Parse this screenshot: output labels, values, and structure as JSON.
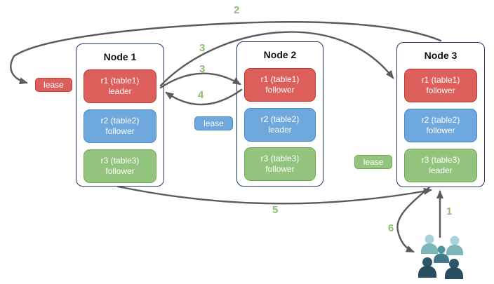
{
  "diagram": {
    "nodes": [
      {
        "title": "Node 1",
        "replicas": [
          {
            "name": "r1 (table1)",
            "role": "leader",
            "color": "#dc5f5b"
          },
          {
            "name": "r2 (table2)",
            "role": "follower",
            "color": "#6fa8dc"
          },
          {
            "name": "r3 (table3)",
            "role": "follower",
            "color": "#93c47d"
          }
        ]
      },
      {
        "title": "Node 2",
        "replicas": [
          {
            "name": "r1 (table1)",
            "role": "follower",
            "color": "#dc5f5b"
          },
          {
            "name": "r2 (table2)",
            "role": "leader",
            "color": "#6fa8dc"
          },
          {
            "name": "r3 (table3)",
            "role": "follower",
            "color": "#93c47d"
          }
        ]
      },
      {
        "title": "Node 3",
        "replicas": [
          {
            "name": "r1 (table1)",
            "role": "follower",
            "color": "#dc5f5b"
          },
          {
            "name": "r2 (table2)",
            "role": "follower",
            "color": "#6fa8dc"
          },
          {
            "name": "r3 (table3)",
            "role": "leader",
            "color": "#93c47d"
          }
        ]
      }
    ],
    "leases": [
      {
        "label": "lease",
        "color": "#dc5f5b"
      },
      {
        "label": "lease",
        "color": "#6fa8dc"
      },
      {
        "label": "lease",
        "color": "#93c47d"
      }
    ],
    "steps": {
      "s1": "1",
      "s2": "2",
      "s3a": "3",
      "s3b": "3",
      "s4": "4",
      "s5": "5",
      "s6": "6"
    },
    "icons": {
      "users": "users-icon"
    },
    "colors": {
      "node_border": "#1f3a64",
      "arrow": "#5b5b5b",
      "step_label": "#8cbf72",
      "red_fill": "#dc5f5b",
      "blue_fill": "#6fa8dc",
      "green_fill": "#93c47d",
      "users_light": "#a8d3d9",
      "users_mid": "#4e95a5",
      "users_dark": "#2d5668"
    }
  }
}
